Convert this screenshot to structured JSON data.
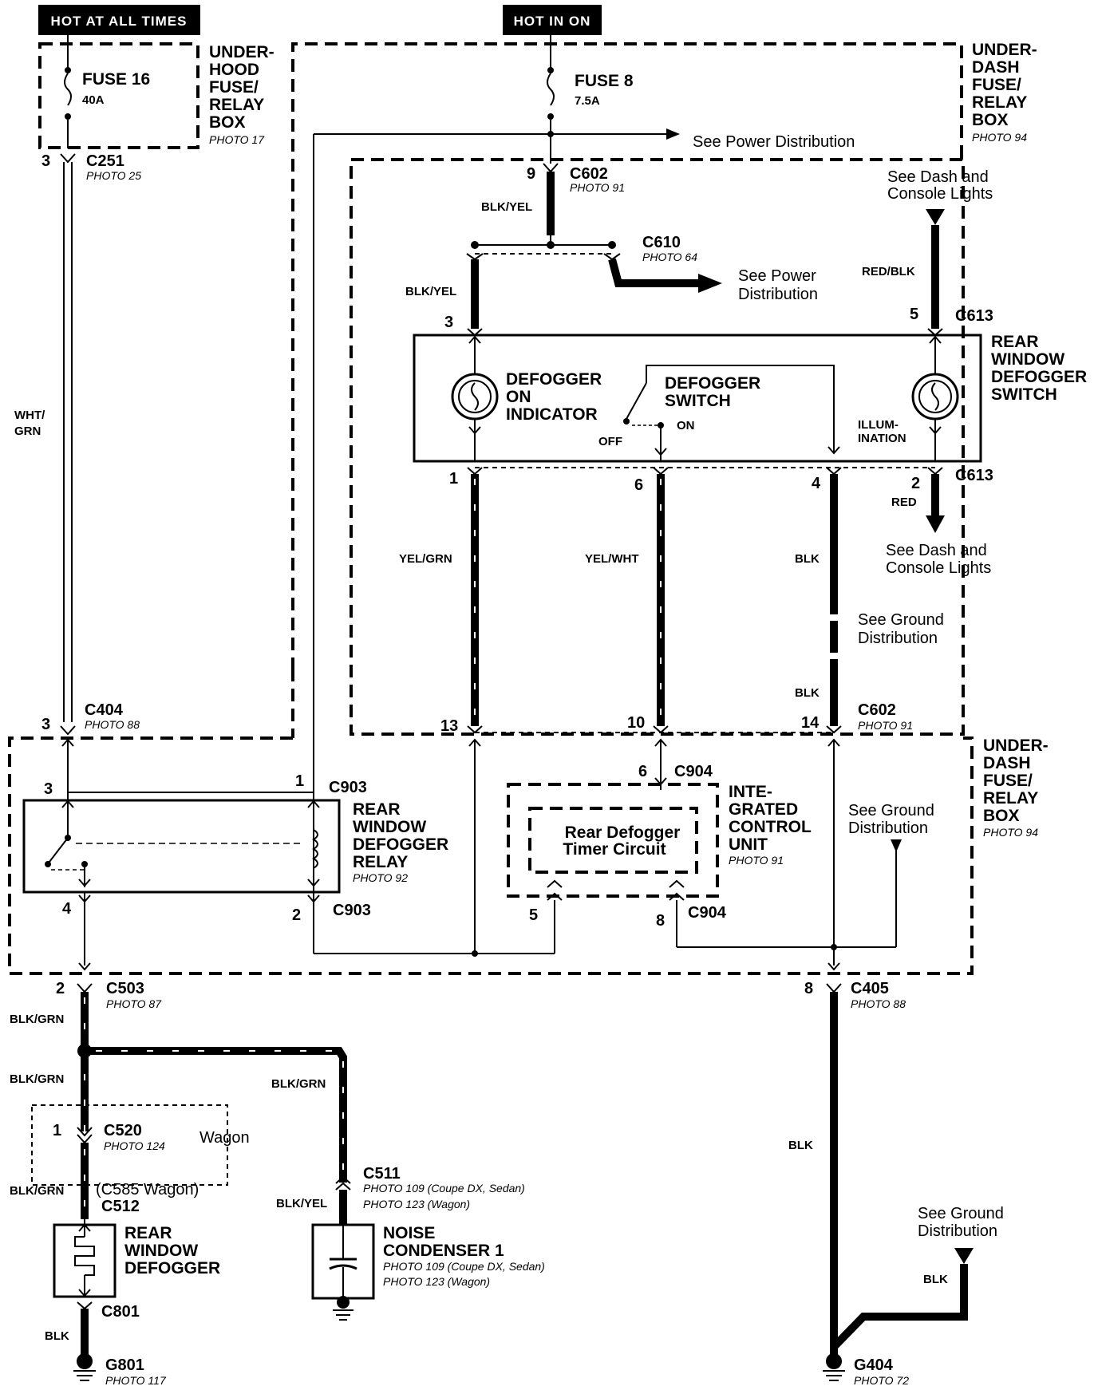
{
  "headers": {
    "hot_always": "HOT AT ALL TIMES",
    "hot_in_on": "HOT IN ON"
  },
  "fuse16": {
    "name": "FUSE 16",
    "rating": "40A"
  },
  "fuse8": {
    "name": "FUSE 8",
    "rating": "7.5A"
  },
  "underhood_box": {
    "lines": [
      "UNDER-",
      "HOOD",
      "FUSE/",
      "RELAY",
      "BOX"
    ],
    "photo": "PHOTO 17"
  },
  "underdash_box_top": {
    "lines": [
      "UNDER-",
      "DASH",
      "FUSE/",
      "RELAY",
      "BOX"
    ],
    "photo": "PHOTO 94"
  },
  "underdash_box_bottom": {
    "lines": [
      "UNDER-",
      "DASH",
      "FUSE/",
      "RELAY",
      "BOX"
    ],
    "photo": "PHOTO 94"
  },
  "refs": {
    "power_dist_1": "See Power Distribution",
    "power_dist_2": [
      "See Power",
      "Distribution"
    ],
    "dash_console_1": [
      "See Dash and",
      "Console Lights"
    ],
    "dash_console_2": [
      "See Dash and",
      "Console Lights"
    ],
    "ground_dist_1": [
      "See Ground",
      "Distribution"
    ],
    "ground_dist_2": [
      "See Ground",
      "Distribution"
    ],
    "ground_dist_3": [
      "See Ground",
      "Distribution"
    ]
  },
  "connectors": {
    "c251": {
      "name": "C251",
      "photo": "PHOTO 25",
      "pin": "3"
    },
    "c602_top": {
      "name": "C602",
      "photo": "PHOTO 91",
      "pin": "9"
    },
    "c610": {
      "name": "C610",
      "photo": "PHOTO 64"
    },
    "c613_top": {
      "name": "C613",
      "pin_left": "3",
      "pin_right": "5"
    },
    "c613_bot": {
      "name": "C613",
      "pins": [
        "1",
        "6",
        "4",
        "2"
      ]
    },
    "c404": {
      "name": "C404",
      "photo": "PHOTO 88",
      "pin": "3"
    },
    "c602_bot": {
      "name": "C602",
      "photo": "PHOTO 91",
      "pins": [
        "13",
        "10",
        "14"
      ]
    },
    "c903_top": {
      "name": "C903",
      "pin_left": "3",
      "pin_right": "1"
    },
    "c903_bot": {
      "name": "C903",
      "pin_left": "4",
      "pin_right": "2"
    },
    "c904_top": {
      "name": "C904",
      "pin": "6"
    },
    "c904_bot": {
      "name": "C904",
      "pin_left": "5",
      "pin_right": "8"
    },
    "c503": {
      "name": "C503",
      "photo": "PHOTO 87",
      "pin": "2"
    },
    "c405": {
      "name": "C405",
      "photo": "PHOTO 88",
      "pin": "8"
    },
    "c520": {
      "name": "C520",
      "photo": "PHOTO 124",
      "pin": "1",
      "note": "Wagon"
    },
    "c512": {
      "name": "C512",
      "note": "(C585 Wagon)"
    },
    "c511": {
      "name": "C511",
      "photo1": "PHOTO 109 (Coupe DX, Sedan)",
      "photo2": "PHOTO 123 (Wagon)"
    },
    "c801": {
      "name": "C801"
    }
  },
  "wires": {
    "wht_grn": [
      "WHT/",
      "GRN"
    ],
    "blk_yel_1": "BLK/YEL",
    "blk_yel_2": "BLK/YEL",
    "red_blk": "RED/BLK",
    "red": "RED",
    "yel_grn": "YEL/GRN",
    "yel_wht": "YEL/WHT",
    "blk_1": "BLK",
    "blk_2": "BLK",
    "blk_grn_1": "BLK/GRN",
    "blk_grn_2": "BLK/GRN",
    "blk_grn_3": "BLK/GRN",
    "blk_grn_4": "BLK/GRN",
    "blk_yel_3": "BLK/YEL",
    "blk_3": "BLK",
    "blk_4": "BLK",
    "blk_5": "BLK"
  },
  "components": {
    "switch": {
      "lines": [
        "REAR",
        "WINDOW",
        "DEFOGGER",
        "SWITCH"
      ]
    },
    "indicator": {
      "lines": [
        "DEFOGGER",
        "ON",
        "INDICATOR"
      ]
    },
    "def_switch": {
      "lines": [
        "DEFOGGER",
        "SWITCH"
      ],
      "off": "OFF",
      "on": "ON"
    },
    "illum": {
      "lines": [
        "ILLUM-",
        "INATION"
      ]
    },
    "relay": {
      "lines": [
        "REAR",
        "WINDOW",
        "DEFOGGER",
        "RELAY"
      ],
      "photo": "PHOTO 92"
    },
    "icu": {
      "lines": [
        "INTE-",
        "GRATED",
        "CONTROL",
        "UNIT"
      ],
      "photo": "PHOTO 91"
    },
    "timer": {
      "lines": [
        "Rear Defogger",
        "Timer Circuit"
      ]
    },
    "defogger": {
      "lines": [
        "REAR",
        "WINDOW",
        "DEFOGGER"
      ]
    },
    "condenser": {
      "lines": [
        "NOISE",
        "CONDENSER 1"
      ],
      "photo1": "PHOTO 109 (Coupe DX, Sedan)",
      "photo2": "PHOTO 123 (Wagon)"
    }
  },
  "grounds": {
    "g801": {
      "name": "G801",
      "photo": "PHOTO 117"
    },
    "g404": {
      "name": "G404",
      "photo": "PHOTO 72"
    }
  }
}
